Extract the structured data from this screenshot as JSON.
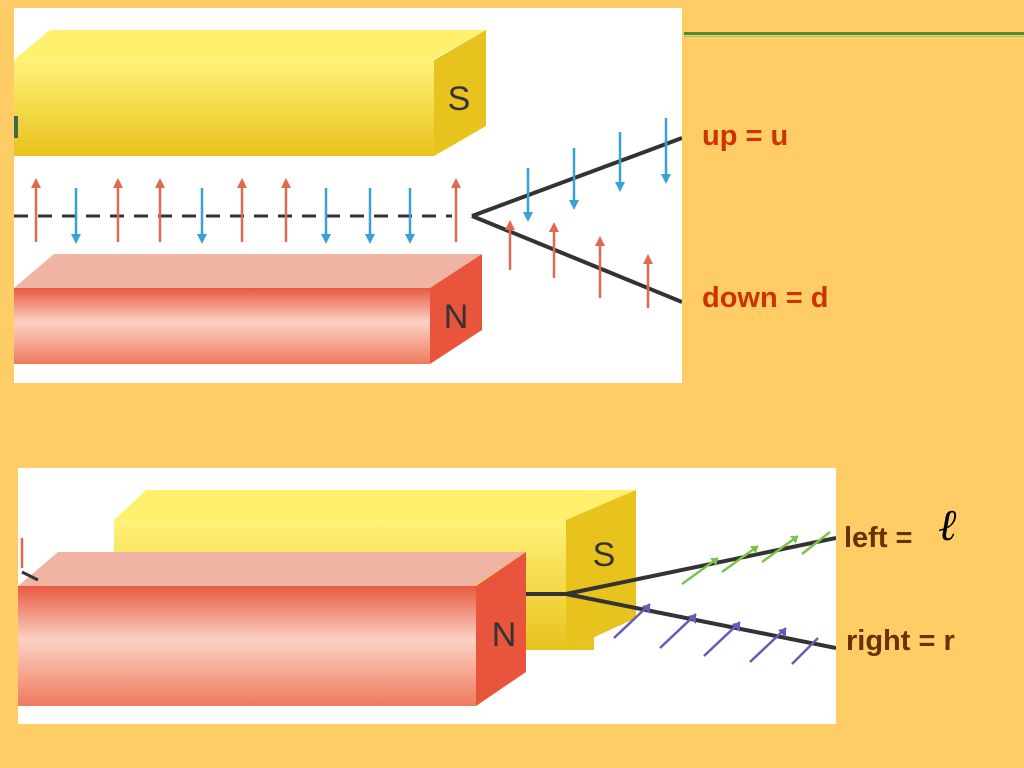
{
  "colors": {
    "background": "#ffcc66",
    "magnet_south": "#f2d12e",
    "magnet_north": "#e8553c",
    "arrow_up": "#e06a50",
    "arrow_down": "#3aa0d8",
    "arrow_left": "#7fc24a",
    "arrow_right": "#6a5ab8",
    "label_red": "#cc3300",
    "label_brown": "#663300"
  },
  "top_diagram": {
    "south_label": "S",
    "north_label": "N",
    "beam_up_label": "up = u",
    "beam_down_label": "down = d"
  },
  "bottom_diagram": {
    "south_label": "S",
    "north_label": "N",
    "beam_left_label": "left = ",
    "left_symbol": "ℓ",
    "beam_right_label": "right = r"
  }
}
